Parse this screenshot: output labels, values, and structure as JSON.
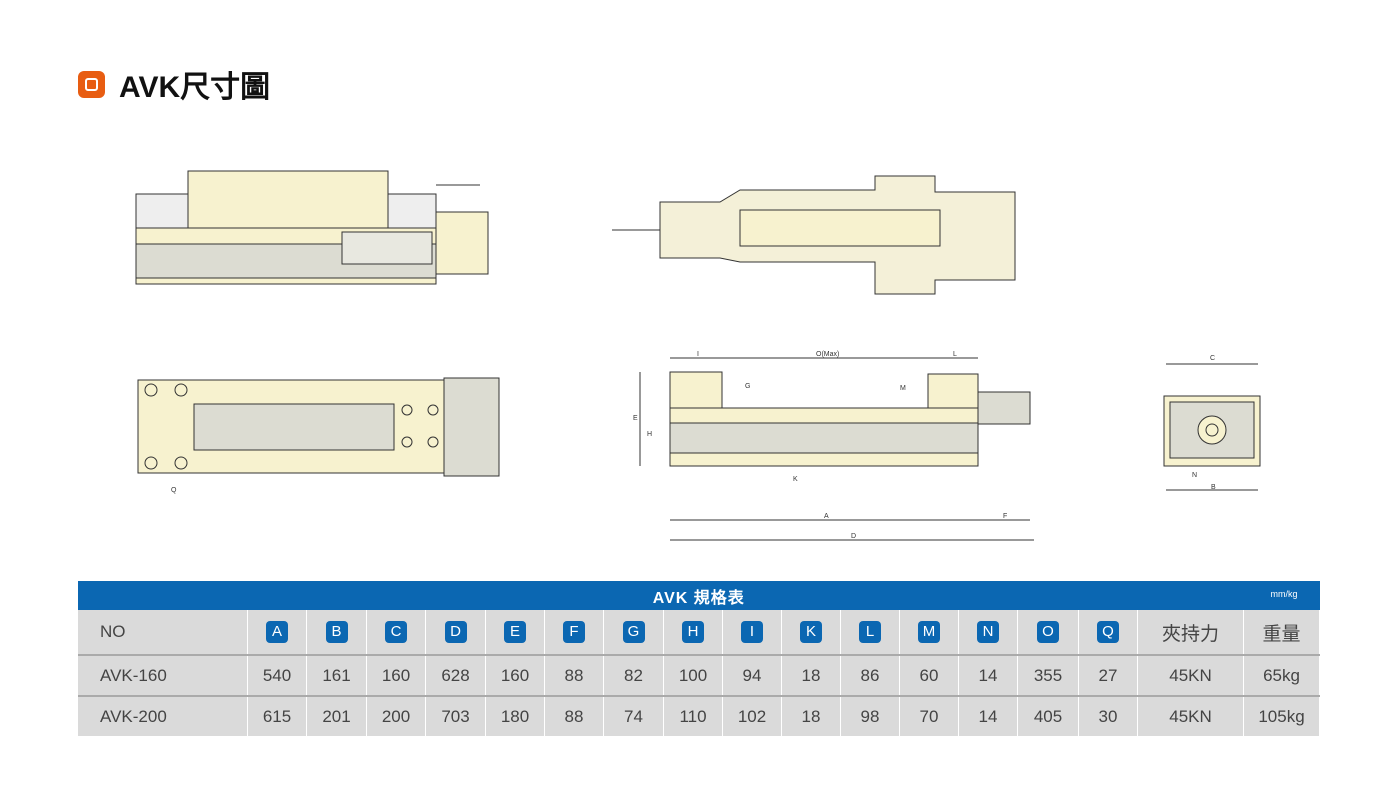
{
  "title": "AVK尺寸圖",
  "drawing_labels": {
    "I": "I",
    "O": "O(Max)",
    "L": "L",
    "G": "G",
    "M": "M",
    "E": "E",
    "H": "H",
    "K": "K",
    "A": "A",
    "F": "F",
    "D": "D",
    "C": "C",
    "N": "N",
    "B": "B",
    "Q": "Q"
  },
  "table": {
    "caption": "AVK 規格表",
    "unit": "mm/kg",
    "no_label": "NO",
    "columns": [
      "A",
      "B",
      "C",
      "D",
      "E",
      "F",
      "G",
      "H",
      "I",
      "K",
      "L",
      "M",
      "N",
      "O",
      "Q"
    ],
    "force_label": "夾持力",
    "weight_label": "重量",
    "rows": [
      {
        "no": "AVK-160",
        "values": [
          "540",
          "161",
          "160",
          "628",
          "160",
          "88",
          "82",
          "100",
          "94",
          "18",
          "86",
          "60",
          "14",
          "355",
          "27"
        ],
        "force": "45KN",
        "weight": "65kg"
      },
      {
        "no": "AVK-200",
        "values": [
          "615",
          "201",
          "200",
          "703",
          "180",
          "88",
          "74",
          "110",
          "102",
          "18",
          "98",
          "70",
          "14",
          "405",
          "30"
        ],
        "force": "45KN",
        "weight": "105kg"
      }
    ]
  },
  "colors": {
    "accent": "#e85d12",
    "table_blue": "#0b67b2",
    "body": "#f7f2cf",
    "rail": "#dcdcd2"
  }
}
